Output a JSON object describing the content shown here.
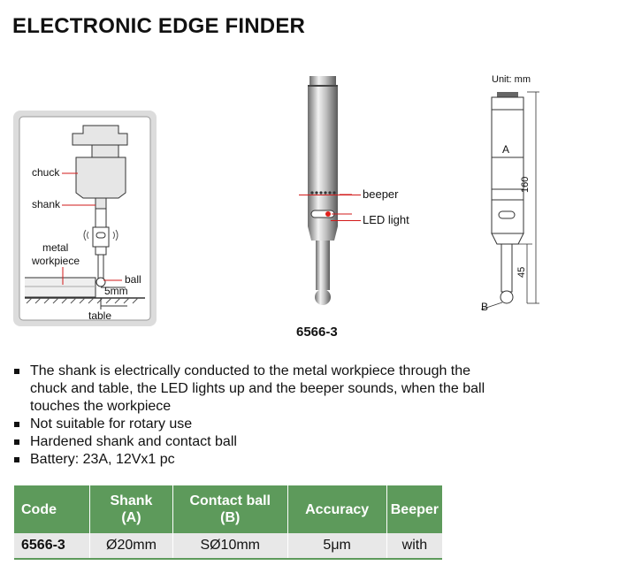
{
  "title": "ELECTRONIC EDGE FINDER",
  "diagram": {
    "chuck": "chuck",
    "shank": "shank",
    "metal_workpiece_line1": "metal",
    "metal_workpiece_line2": "workpiece",
    "ball": "ball",
    "gap": "5mm",
    "table": "table"
  },
  "photo": {
    "beeper": "beeper",
    "led": "LED light",
    "model": "6566-3"
  },
  "drawing": {
    "unit": "Unit: mm",
    "a": "A",
    "b": "B",
    "dim160": "160",
    "dim45": "45"
  },
  "features": [
    "The shank is electrically conducted to the metal workpiece through the chuck and table, the LED lights up and the beeper sounds, when the ball touches the workpiece",
    "Not suitable for rotary use",
    "Hardened shank and contact ball",
    "Battery: 23A, 12Vx1 pc"
  ],
  "table": {
    "headers": [
      {
        "line1": "Code",
        "line2": ""
      },
      {
        "line1": "Shank",
        "line2": "(A)"
      },
      {
        "line1": "Contact ball",
        "line2": "(B)"
      },
      {
        "line1": "Accuracy",
        "line2": ""
      },
      {
        "line1": "Beeper",
        "line2": ""
      }
    ],
    "rows": [
      [
        "6566-3",
        "Ø20mm",
        "SØ10mm",
        "5μm",
        "with"
      ]
    ]
  },
  "colors": {
    "header_green": "#5d9a5b",
    "led_red": "#e0201c"
  }
}
